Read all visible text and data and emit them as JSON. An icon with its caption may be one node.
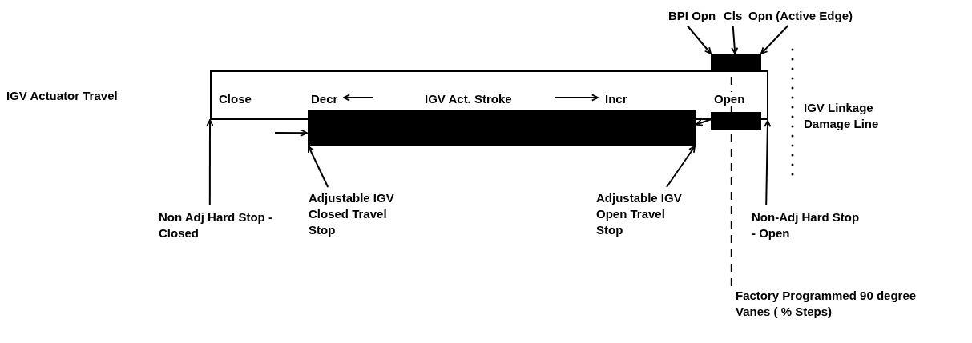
{
  "diagram": {
    "nodes": [
      {
        "text": [
          "Close",
          "Decr",
          "IGV Act. Stroke",
          "Incr",
          "Open"
        ]
      },
      {
        "text": [],
        "shape": "bar"
      },
      {
        "text": [],
        "shape": "bar"
      },
      {
        "text": [],
        "shape": "bar"
      },
      {
        "text": [
          "BPI Opn"
        ]
      },
      {
        "text": [
          "Cls"
        ]
      },
      {
        "text": [
          "Opn (Active Edge)"
        ]
      },
      {
        "text": [
          "Non Adj Hard Stop - Closed"
        ]
      },
      {
        "text": [
          "Adjustable IGV Closed Travel Stop"
        ]
      },
      {
        "text": [
          "Adjustable IGV Open Travel Stop"
        ]
      },
      {
        "text": [
          "Non-Adj Hard Stop - Open"
        ]
      },
      {
        "text": [
          "Factory Programmed 90 degree Vanes ( % Steps)"
        ]
      }
    ],
    "edges": [
      {
        "from": 4,
        "to": 2,
        "arrow": "to"
      },
      {
        "from": 5,
        "to": 2,
        "arrow": "to"
      },
      {
        "from": 6,
        "to": 2,
        "arrow": "to"
      },
      {
        "from": 7,
        "to": 0,
        "arrow": "to"
      },
      {
        "from": null,
        "to": 1,
        "arrow": "to"
      },
      {
        "from": 8,
        "to": 1,
        "arrow": "to"
      },
      {
        "from": 9,
        "to": 1,
        "arrow": "to"
      },
      {
        "from": 3,
        "to": 1,
        "arrow": "to"
      },
      {
        "from": 10,
        "to": 0,
        "arrow": "to"
      },
      {
        "from": 11,
        "to": 2,
        "arrow": "none",
        "style": "dashed"
      }
    ],
    "labels": [
      "IGV Actuator Travel",
      "IGV Linkage Damage Line"
    ]
  }
}
